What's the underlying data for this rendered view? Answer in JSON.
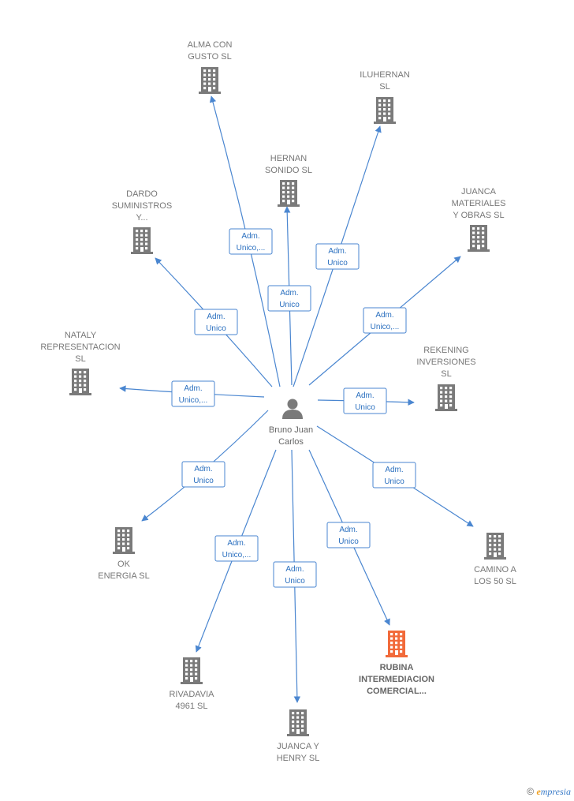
{
  "center": {
    "label": [
      "Bruno Juan",
      "Carlos"
    ]
  },
  "companies": [
    {
      "id": "alma",
      "label": [
        "ALMA CON",
        "GUSTO  SL"
      ],
      "edge": [
        "Adm.",
        "Unico,..."
      ],
      "highlight": false
    },
    {
      "id": "iluhernan",
      "label": [
        "ILUHERNAN",
        "SL"
      ],
      "edge": [
        "Adm.",
        "Unico"
      ],
      "highlight": false
    },
    {
      "id": "hernan",
      "label": [
        "HERNAN",
        "SONIDO  SL"
      ],
      "edge": [
        "Adm.",
        "Unico"
      ],
      "highlight": false
    },
    {
      "id": "dardo",
      "label": [
        "DARDO",
        "SUMINISTROS",
        "Y..."
      ],
      "edge": [
        "Adm.",
        "Unico"
      ],
      "highlight": false
    },
    {
      "id": "juanca-mat",
      "label": [
        "JUANCA",
        "MATERIALES",
        "Y OBRAS  SL"
      ],
      "edge": [
        "Adm.",
        "Unico,..."
      ],
      "highlight": false
    },
    {
      "id": "nataly",
      "label": [
        "NATALY",
        "REPRESENTACION",
        "SL"
      ],
      "edge": [
        "Adm.",
        "Unico,..."
      ],
      "highlight": false
    },
    {
      "id": "rekening",
      "label": [
        "REKENING",
        "INVERSIONES",
        "SL"
      ],
      "edge": [
        "Adm.",
        "Unico"
      ],
      "highlight": false
    },
    {
      "id": "ok",
      "label": [
        "OK",
        "ENERGIA  SL"
      ],
      "edge": [
        "Adm.",
        "Unico"
      ],
      "highlight": false
    },
    {
      "id": "camino",
      "label": [
        "CAMINO A",
        "LOS 50  SL"
      ],
      "edge": [
        "Adm.",
        "Unico"
      ],
      "highlight": false
    },
    {
      "id": "rubina",
      "label": [
        "RUBINA",
        "INTERMEDIACION",
        "COMERCIAL..."
      ],
      "edge": [
        "Adm.",
        "Unico"
      ],
      "highlight": true
    },
    {
      "id": "rivadavia",
      "label": [
        "RIVADAVIA",
        "4961  SL"
      ],
      "edge": [
        "Adm.",
        "Unico,..."
      ],
      "highlight": false
    },
    {
      "id": "juanca-henry",
      "label": [
        "JUANCA Y",
        "HENRY  SL"
      ],
      "edge": [
        "Adm.",
        "Unico"
      ],
      "highlight": false
    }
  ],
  "colors": {
    "edge": "#4a86d0",
    "building": "#7a7a7a",
    "building_highlight": "#f26a3a",
    "person": "#7a7a7a"
  },
  "brand": {
    "symbol": "©",
    "first_letter": "e",
    "rest": "mpresia"
  }
}
